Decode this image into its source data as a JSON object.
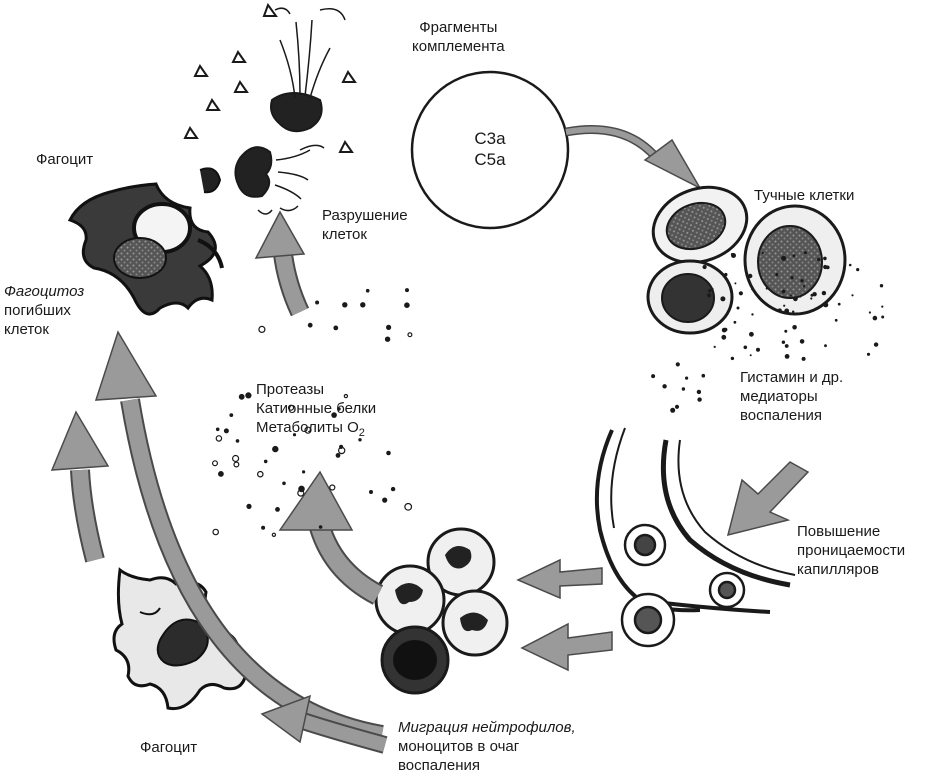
{
  "labels": {
    "complement_fragments": [
      "Фрагменты",
      "комплемента"
    ],
    "c3a": "C3a",
    "c5a": "C5a",
    "mast_cells": "Тучные клетки",
    "histamine": [
      "Гистамин и др.",
      "медиаторы",
      "воспаления"
    ],
    "permeability": [
      "Повышение",
      "проницаемости",
      "капилляров"
    ],
    "migration": [
      "Миграция нейтрофилов,",
      "моноцитов в очаг",
      "воспаления"
    ],
    "phagocyte_top": "Фагоцит",
    "phagocyte_bottom": "Фагоцит",
    "phagocytosis": [
      "Фагоцитоз",
      "погибших",
      "клеток"
    ],
    "cell_destruction": [
      "Разрушение",
      "клеток"
    ],
    "proteases": "Протеазы",
    "cationic": "Катионные белки",
    "metabolites_prefix": "Метаболиты O",
    "metabolites_sub": "2"
  },
  "colors": {
    "ink": "#1a1a1a",
    "arrow_fill": "#9a9a9a",
    "arrow_stroke": "#4a4a4a",
    "cell_dark": "#2a2a2a",
    "cell_fill": "#f4f4f4"
  }
}
